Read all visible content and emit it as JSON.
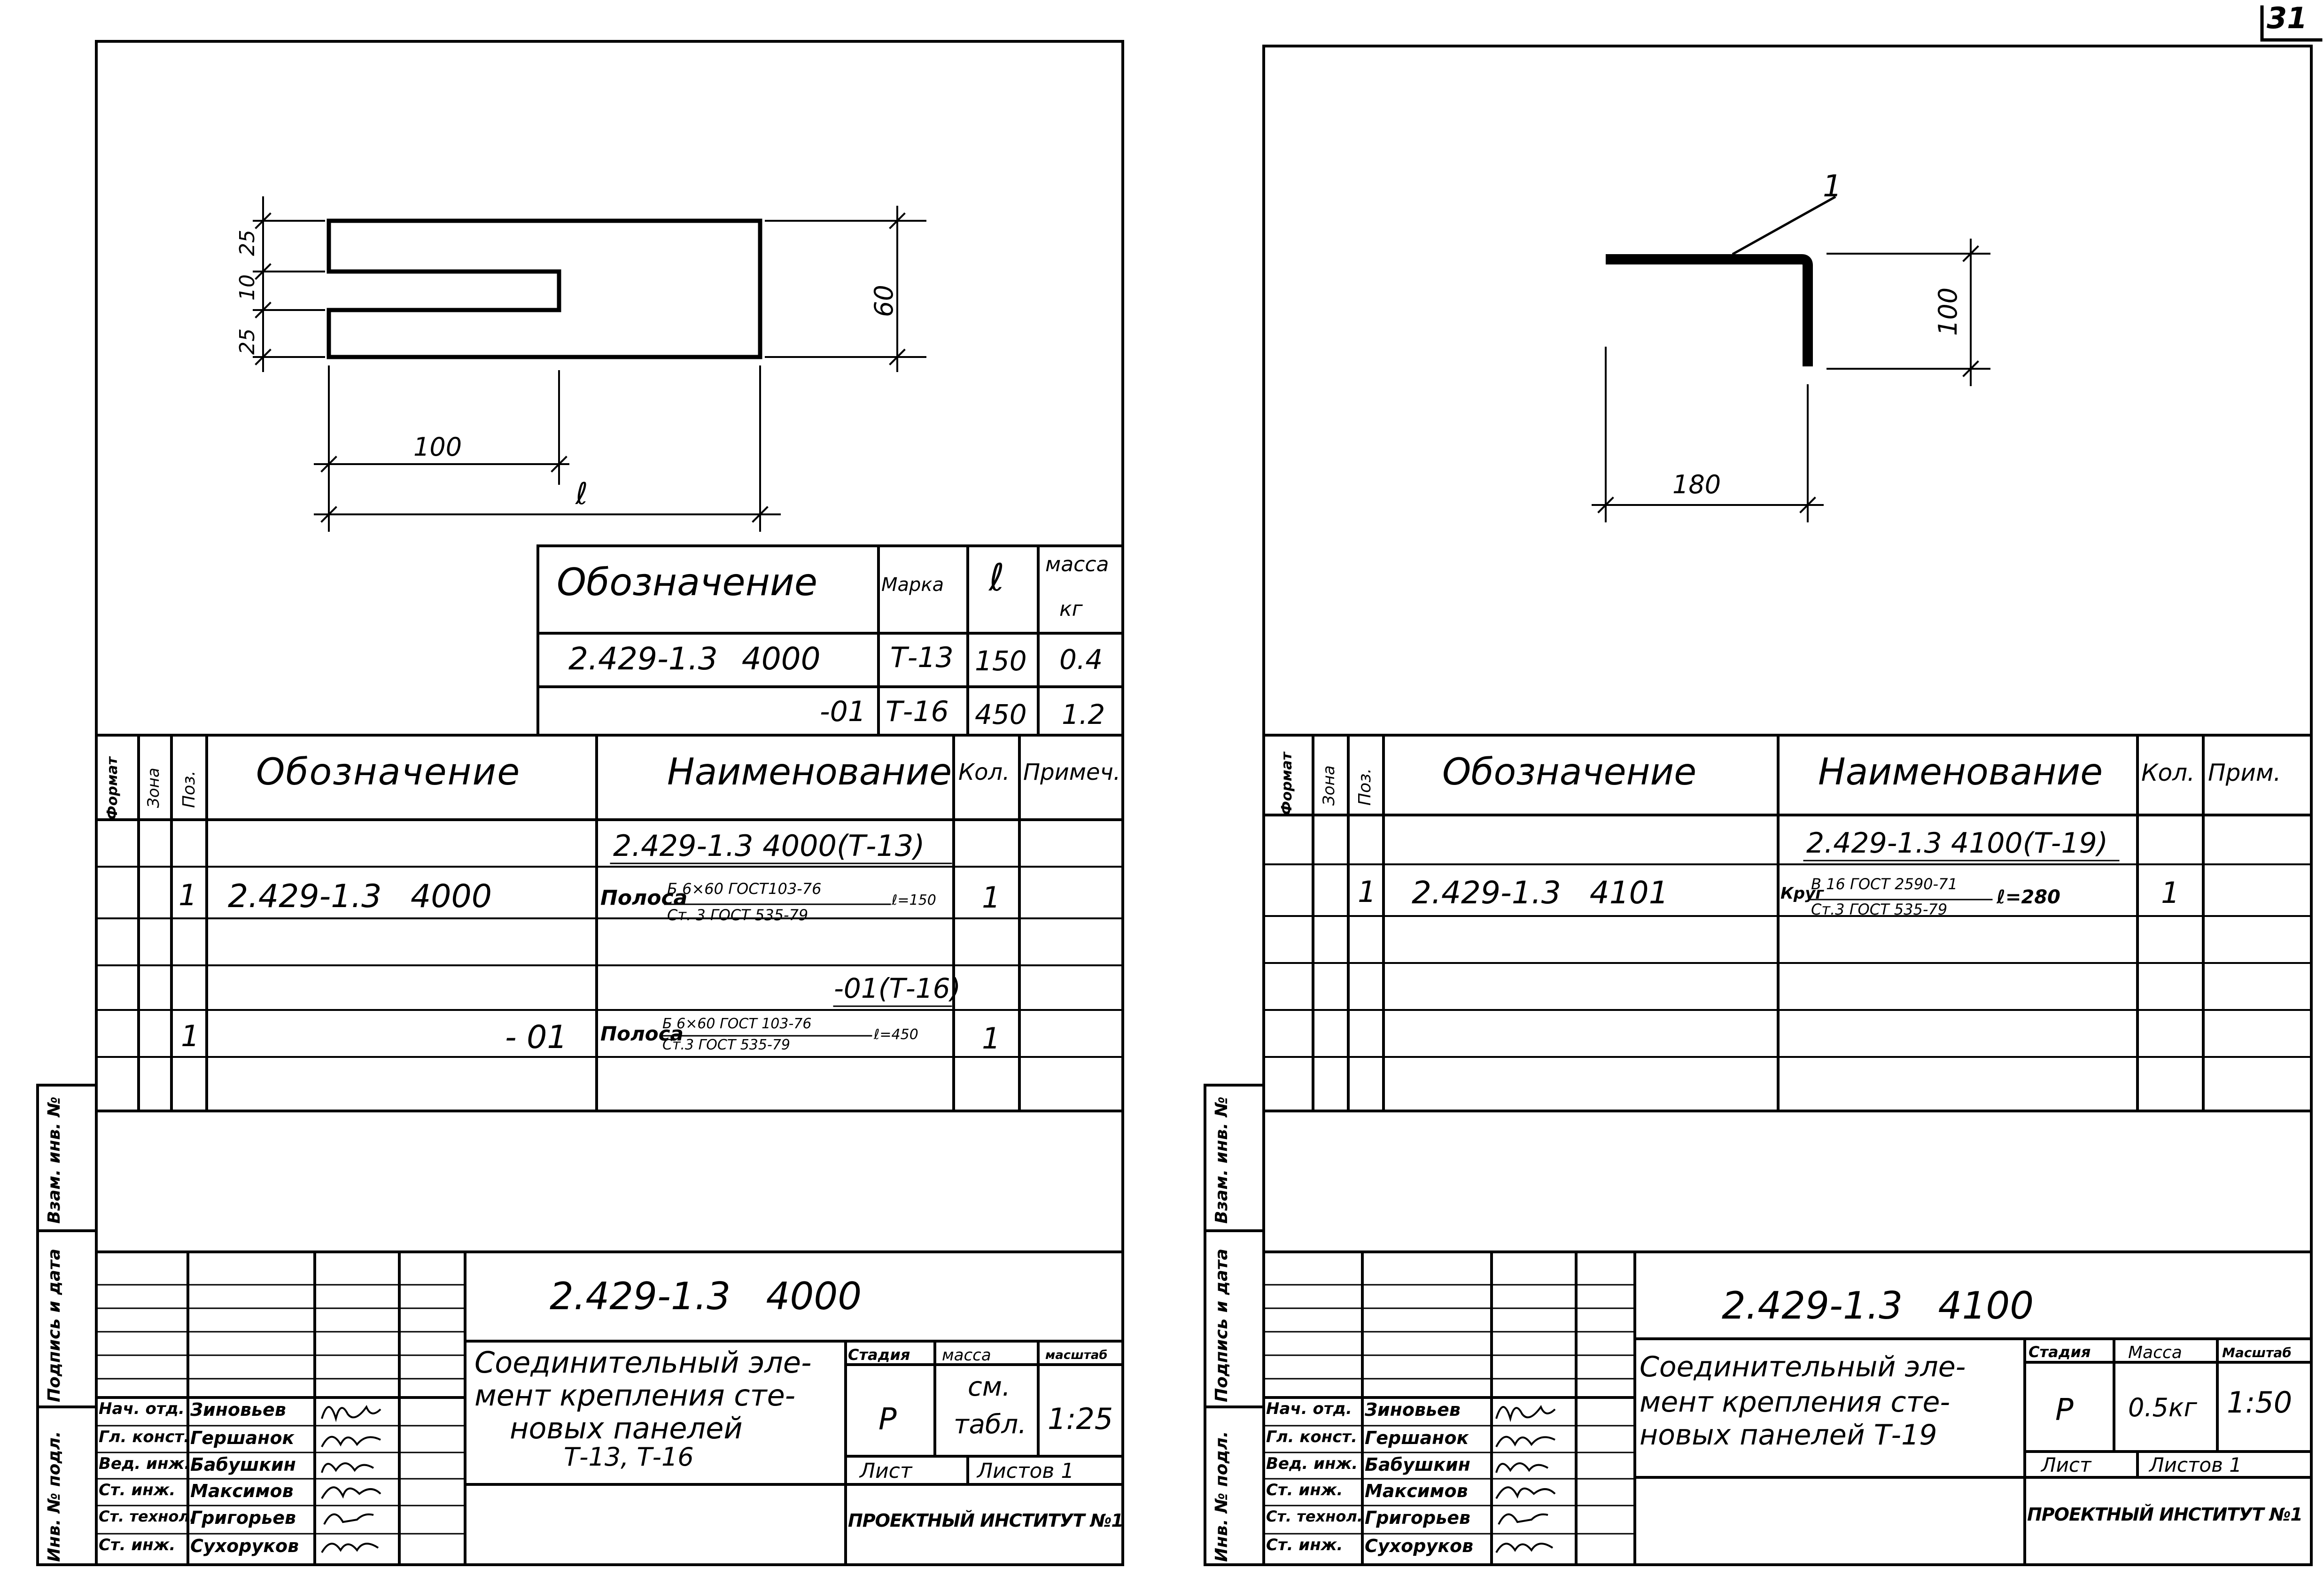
{
  "page_number": "31",
  "left_sheet": {
    "drawing": {
      "dims": {
        "d25_top": "25",
        "d10": "10",
        "d25_bottom": "25",
        "d60": "60",
        "d100": "100",
        "dl": "ℓ"
      }
    },
    "variant_table": {
      "headers": {
        "designation": "Обозначение",
        "mark": "Марка",
        "length": "ℓ",
        "mass": "масса",
        "mass_unit": "кг"
      },
      "rows": [
        {
          "designation": "2.429-1.3 4000",
          "mark": "Т-13",
          "length": "150",
          "mass": "0.4"
        },
        {
          "designation": "-01",
          "mark": "Т-16",
          "length": "450",
          "mass": "1.2"
        }
      ]
    },
    "spec_table": {
      "headers": {
        "format": "Формат",
        "zone": "Зона",
        "pos": "Поз.",
        "designation": "Обозначение",
        "name": "Наименование",
        "qty": "Кол.",
        "note": "Примеч."
      },
      "group1_title": "2.429-1.3 4000(Т-13)",
      "row1": {
        "pos": "1",
        "designation": "2.429-1.3 4000",
        "name_word": "Полоса",
        "name_num": "Б 6×60 ГОСТ103-76",
        "name_den": "Ст. 3 ГОСТ 535-79",
        "name_len": "ℓ=150",
        "qty": "1"
      },
      "group2_title": "-01(Т-16)",
      "row2": {
        "pos": "1",
        "designation": "- 01",
        "name_word": "Полоса",
        "name_num": "Б 6×60 ГОСТ 103-76",
        "name_den": "Ст.3 ГОСТ 535-79",
        "name_len": "ℓ=450",
        "qty": "1"
      }
    },
    "side_labels": {
      "l1": "Инв. № подл.",
      "l2": "Подпись и дата",
      "l3": "Взам. инв. №"
    },
    "title_block": {
      "doc_number": "2.429-1.3 4000",
      "title_lines": [
        "Соединительный эле-",
        "мент крепления сте-",
        "новых панелей",
        "Т-13, Т-16"
      ],
      "stage_label": "Стадия",
      "mass_label": "масса",
      "scale_label": "масштаб",
      "stage": "Р",
      "mass_line1": "см.",
      "mass_line2": "табл.",
      "scale": "1:25",
      "sheet_label": "Лист",
      "sheets_label": "Листов 1",
      "org": "ПРОЕКТНЫЙ ИНСТИТУТ №1",
      "staff": [
        {
          "role": "Нач. отд.",
          "name": "Зиновьев"
        },
        {
          "role": "Гл. конст.",
          "name": "Гершанок"
        },
        {
          "role": "Вед. инж.",
          "name": "Бабушкин"
        },
        {
          "role": "Ст. инж.",
          "name": "Максимов"
        },
        {
          "role": "Ст. технол.",
          "name": "Григорьев"
        },
        {
          "role": "Ст. инж.",
          "name": "Сухоруков"
        }
      ]
    }
  },
  "right_sheet": {
    "drawing": {
      "callout": "1",
      "d100": "100",
      "d180": "180"
    },
    "spec_table": {
      "headers": {
        "format": "Формат",
        "zone": "Зона",
        "pos": "Поз.",
        "designation": "Обозначение",
        "name": "Наименование",
        "qty": "Кол.",
        "note": "Прим."
      },
      "group_title": "2.429-1.3 4100(Т-19)",
      "row1": {
        "pos": "1",
        "designation": "2.429-1.3 4101",
        "name_word": "Круг",
        "name_num": "В 16 ГОСТ 2590-71",
        "name_den": "Ст.3 ГОСТ 535-79",
        "name_len": "ℓ=280",
        "qty": "1"
      }
    },
    "side_labels": {
      "l1": "Инв. № подл.",
      "l2": "Подпись и дата",
      "l3": "Взам. инв. №"
    },
    "title_block": {
      "doc_number": "2.429-1.3 4100",
      "title_lines": [
        "Соединительный эле-",
        "мент крепления сте-",
        "новых панелей Т-19"
      ],
      "stage_label": "Стадия",
      "mass_label": "Масса",
      "scale_label": "Масштаб",
      "stage": "Р",
      "mass": "0.5кг",
      "scale": "1:50",
      "sheet_label": "Лист",
      "sheets_label": "Листов 1",
      "org": "ПРОЕКТНЫЙ ИНСТИТУТ №1",
      "staff": [
        {
          "role": "Нач. отд.",
          "name": "Зиновьев"
        },
        {
          "role": "Гл. конст.",
          "name": "Гершанок"
        },
        {
          "role": "Вед. инж.",
          "name": "Бабушкин"
        },
        {
          "role": "Ст. инж.",
          "name": "Максимов"
        },
        {
          "role": "Ст. технол.",
          "name": "Григорьев"
        },
        {
          "role": "Ст. инж.",
          "name": "Сухоруков"
        }
      ]
    }
  }
}
